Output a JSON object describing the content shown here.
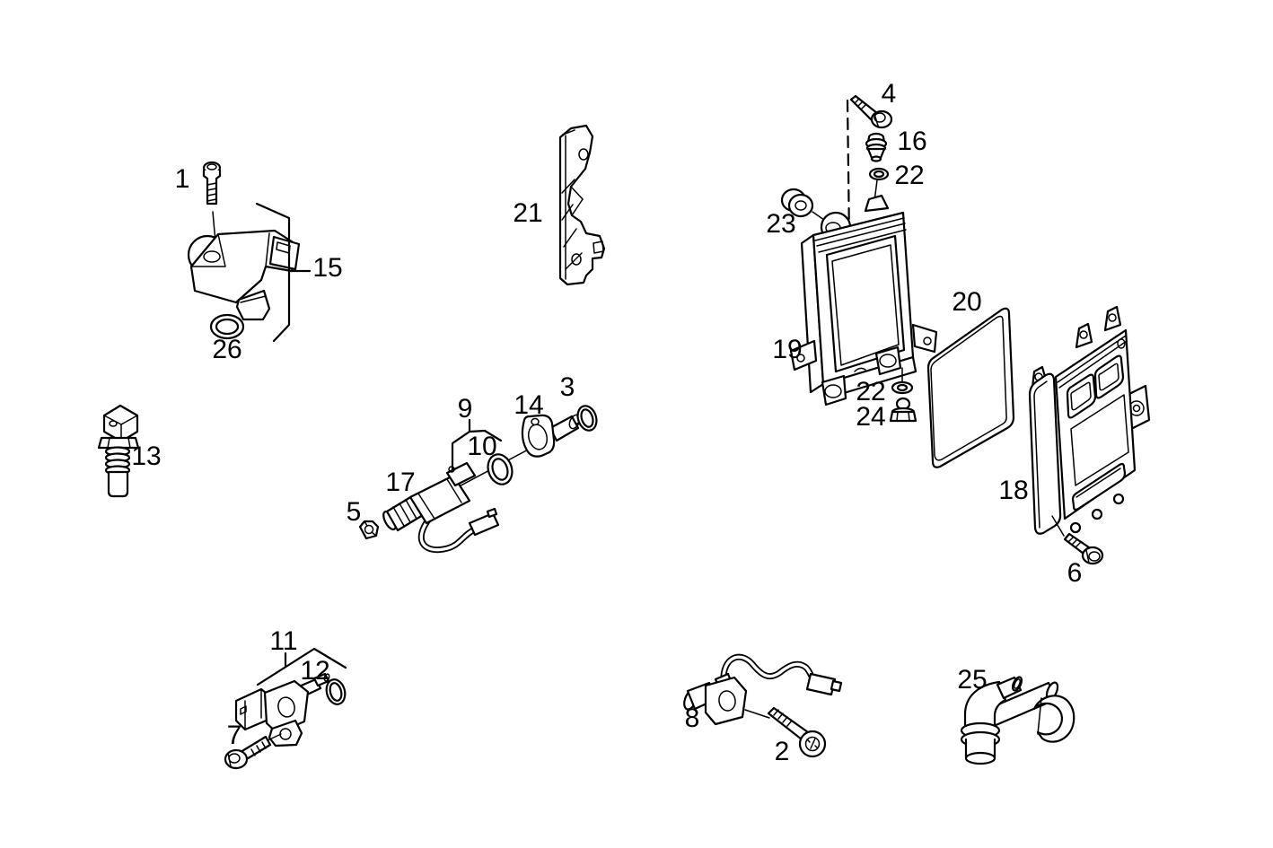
{
  "diagram": {
    "background_color": "#ffffff",
    "line_color": "#000000"
  },
  "callouts": [
    {
      "label": "1"
    },
    {
      "label": "15"
    },
    {
      "label": "26"
    },
    {
      "label": "21"
    },
    {
      "label": "4"
    },
    {
      "label": "16"
    },
    {
      "label": "22"
    },
    {
      "label": "23"
    },
    {
      "label": "19"
    },
    {
      "label": "20"
    },
    {
      "label": "22"
    },
    {
      "label": "24"
    },
    {
      "label": "18"
    },
    {
      "label": "6"
    },
    {
      "label": "13"
    },
    {
      "label": "9"
    },
    {
      "label": "10"
    },
    {
      "label": "14"
    },
    {
      "label": "3"
    },
    {
      "label": "17"
    },
    {
      "label": "5"
    },
    {
      "label": "11"
    },
    {
      "label": "12"
    },
    {
      "label": "7"
    },
    {
      "label": "8"
    },
    {
      "label": "2"
    },
    {
      "label": "25"
    }
  ]
}
